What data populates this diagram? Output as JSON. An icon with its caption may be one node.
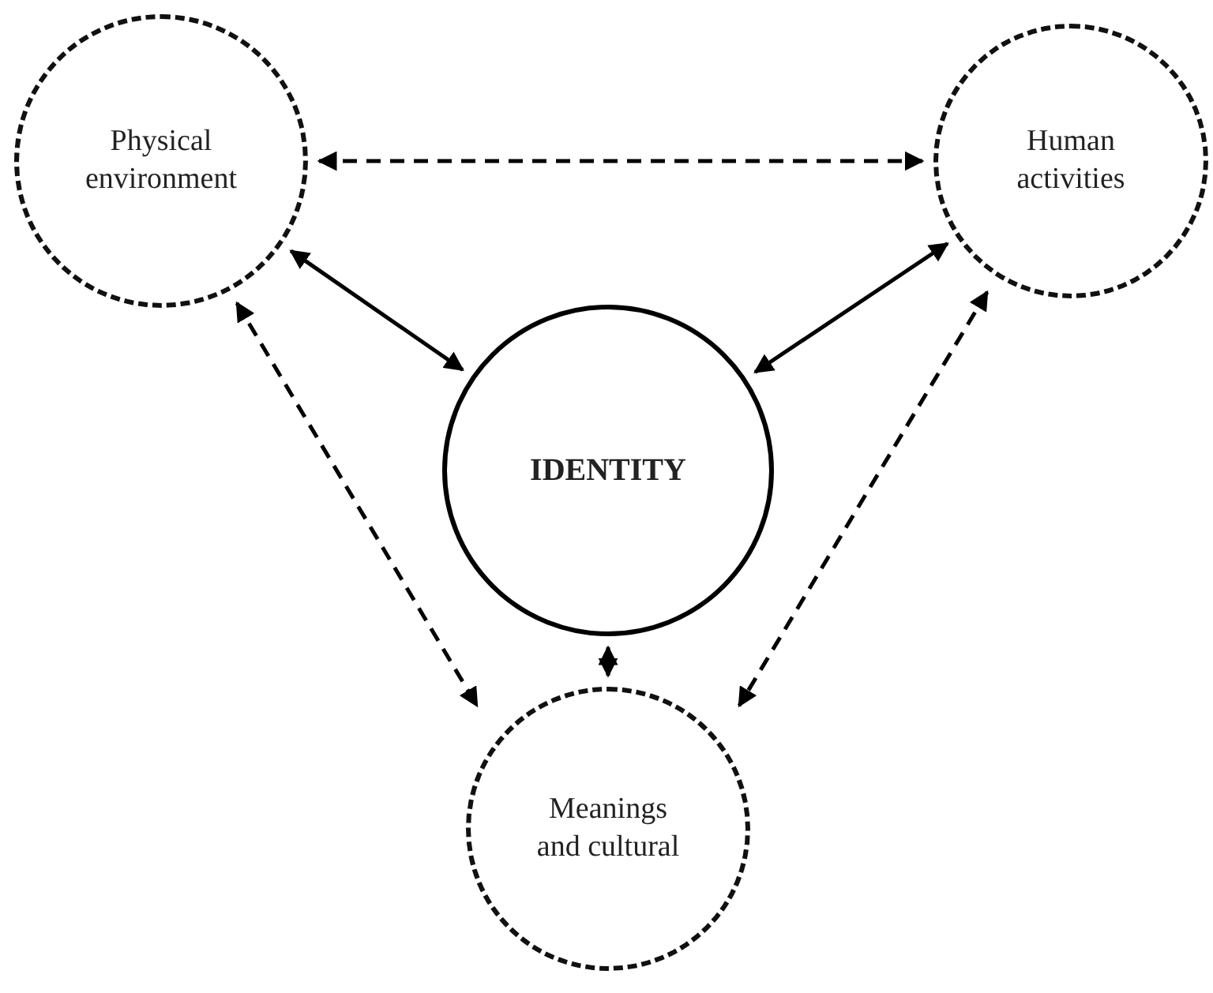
{
  "diagram": {
    "nodes": [
      {
        "text": [
          "Physical environment"
        ]
      },
      {
        "text": [
          "Human activities"
        ]
      },
      {
        "text": [
          "IDENTITY"
        ]
      },
      {
        "text": [
          "Meanings and cultural"
        ]
      }
    ],
    "edges": [
      {
        "from": 0,
        "to": 1,
        "arrow": "both",
        "style": "dashed"
      },
      {
        "from": 0,
        "to": 2,
        "arrow": "both"
      },
      {
        "from": 1,
        "to": 2,
        "arrow": "both"
      },
      {
        "from": 0,
        "to": 3,
        "arrow": "both",
        "style": "dashed"
      },
      {
        "from": 1,
        "to": 3,
        "arrow": "both",
        "style": "dashed"
      },
      {
        "from": 2,
        "to": 3,
        "arrow": "both"
      }
    ]
  }
}
